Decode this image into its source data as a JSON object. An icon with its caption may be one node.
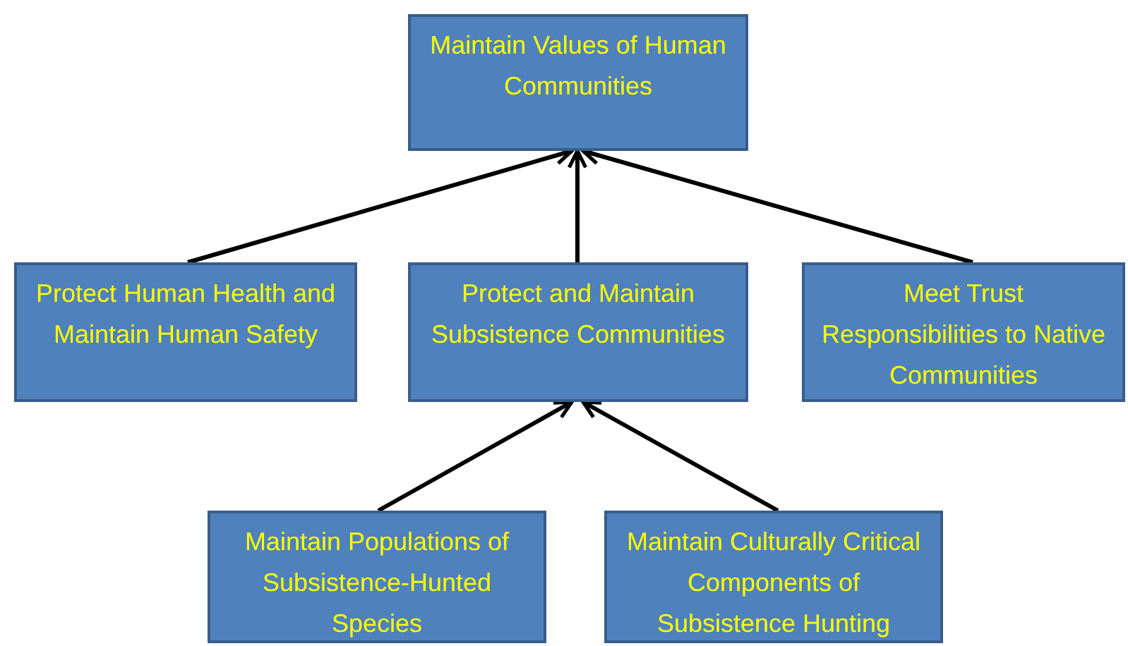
{
  "diagram": {
    "nodes": [
      {
        "text": [
          "Maintain Values of Human Communities"
        ]
      },
      {
        "text": [
          "Protect Human Health and Maintain Human Safety"
        ]
      },
      {
        "text": [
          "Protect and Maintain Subsistence Communities"
        ]
      },
      {
        "text": [
          "Meet Trust Responsibilities to Native Communities"
        ]
      },
      {
        "text": [
          "Maintain Populations of Subsistence-Hunted Species"
        ]
      },
      {
        "text": [
          "Maintain Culturally Critical Components of Subsistence Hunting"
        ]
      }
    ],
    "edges": [
      {
        "from": 1,
        "to": 0,
        "arrow": "to"
      },
      {
        "from": 2,
        "to": 0,
        "arrow": "to"
      },
      {
        "from": 3,
        "to": 0,
        "arrow": "to"
      },
      {
        "from": 4,
        "to": 2,
        "arrow": "to"
      },
      {
        "from": 5,
        "to": 2,
        "arrow": "to"
      }
    ]
  }
}
